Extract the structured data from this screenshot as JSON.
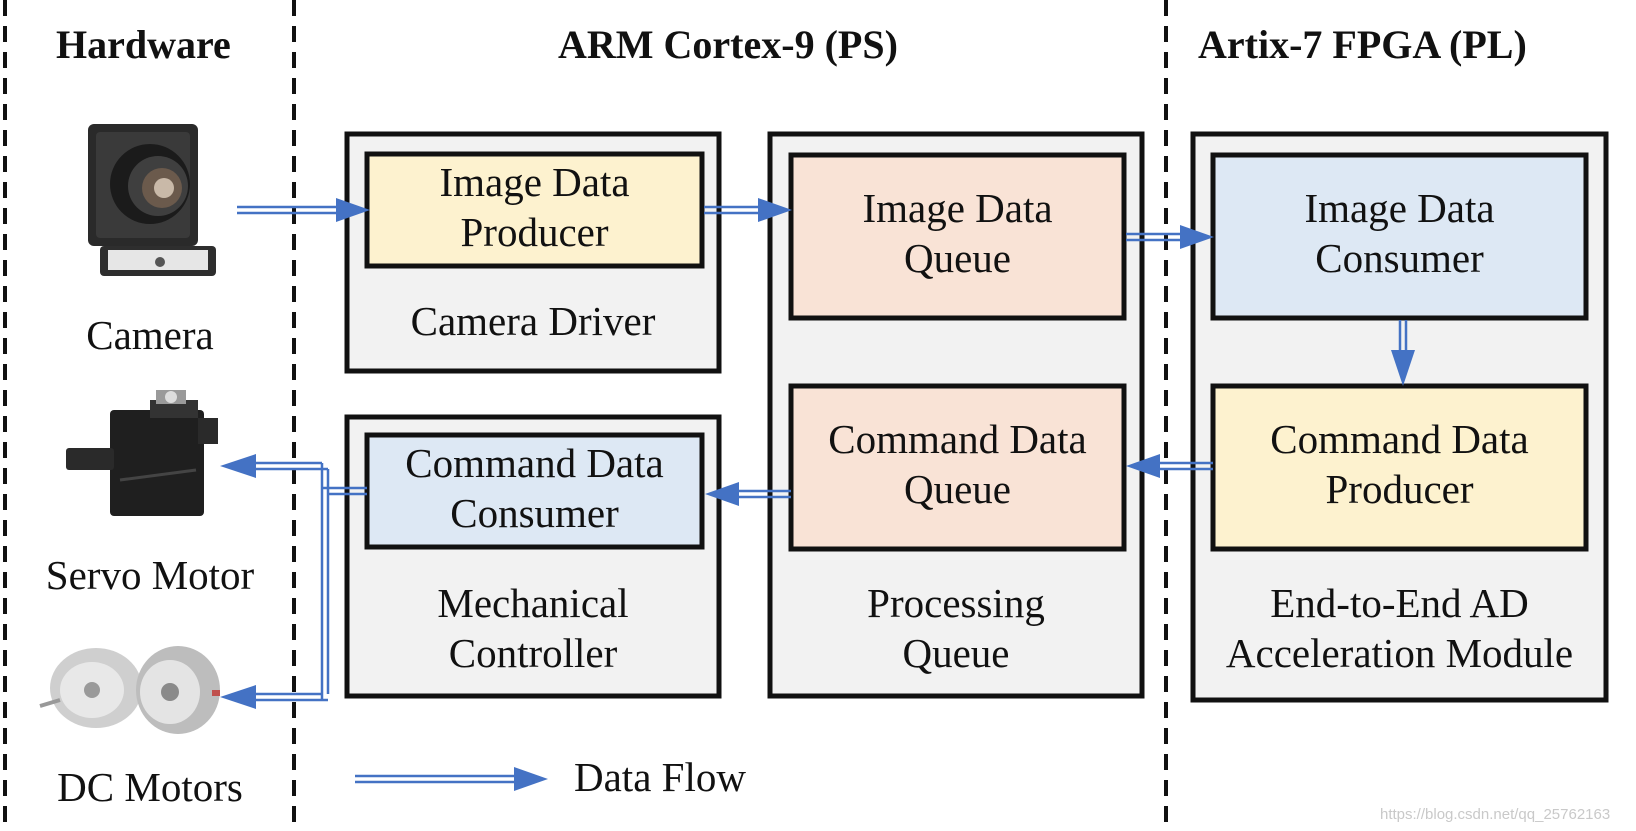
{
  "headers": {
    "hardware": "Hardware",
    "ps": "ARM Cortex-9 (PS)",
    "pl": "Artix-7 FPGA (PL)"
  },
  "hardware": {
    "camera": "Camera",
    "servo": "Servo Motor",
    "dc": "DC Motors"
  },
  "groups": {
    "camera_driver": "Camera Driver",
    "mechanical_controller": [
      "Mechanical",
      "Controller"
    ],
    "processing_queue": [
      "Processing",
      "Queue"
    ],
    "ad_module": [
      "End-to-End AD",
      "Acceleration Module"
    ]
  },
  "blocks": {
    "image_producer": [
      "Image Data",
      "Producer"
    ],
    "command_consumer": [
      "Command Data",
      "Consumer"
    ],
    "image_queue": [
      "Image Data",
      "Queue"
    ],
    "command_queue": [
      "Command Data",
      "Queue"
    ],
    "image_consumer": [
      "Image Data",
      "Consumer"
    ],
    "command_producer": [
      "Command Data",
      "Producer"
    ]
  },
  "legend": {
    "data_flow": "Data Flow"
  },
  "watermark": "https://blog.csdn.net/qq_25762163",
  "colors": {
    "producer_fill": "#fdf2cf",
    "consumer_fill": "#dde8f4",
    "queue_fill": "#f9e3d6",
    "group_fill": "#f2f2f2",
    "arrow": "#4472c4"
  },
  "icons": {
    "camera": "camera-icon",
    "servo": "servo-motor-icon",
    "dc": "dc-motors-icon"
  }
}
